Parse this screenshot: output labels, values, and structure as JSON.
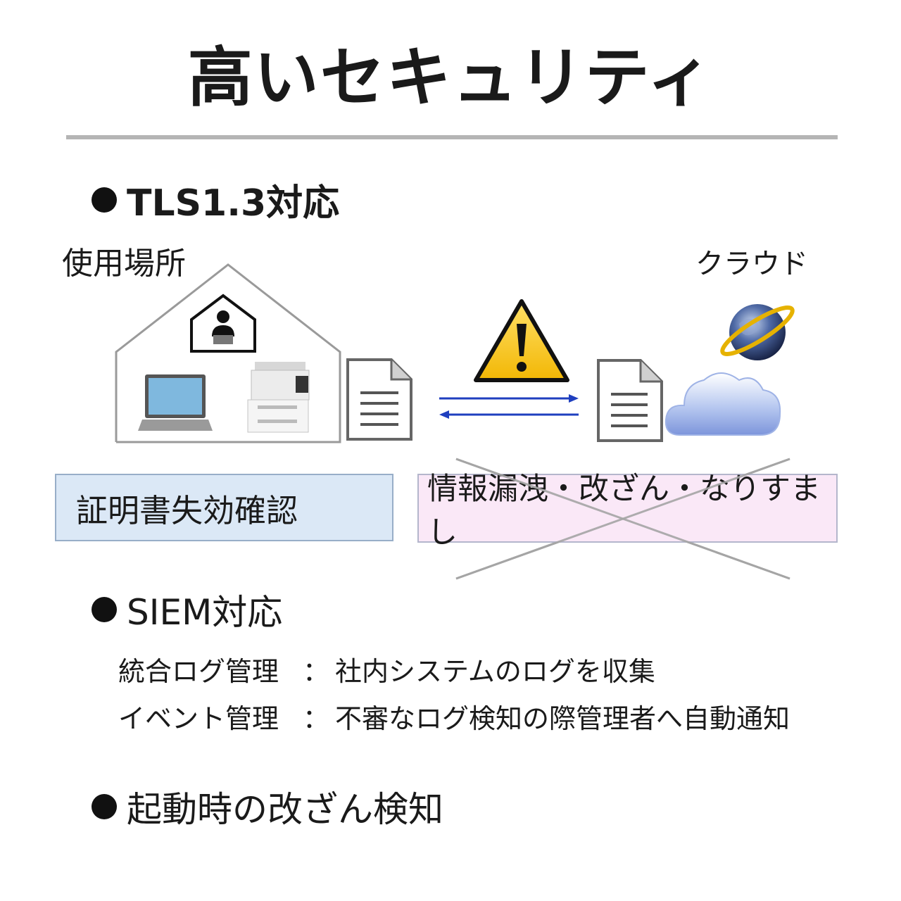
{
  "title": "高いセキュリティ",
  "sections": {
    "tls": {
      "heading": "TLS1.3対応"
    },
    "siem": {
      "heading": "SIEM対応",
      "items": [
        {
          "term": "統合ログ管理",
          "separator": "：",
          "desc": "社内システムのログを収集"
        },
        {
          "term": "イベント管理",
          "separator": "：",
          "desc": "不審なログ検知の際管理者へ自動通知"
        }
      ]
    },
    "boot": {
      "heading": "起動時の改ざん検知"
    }
  },
  "diagram": {
    "site_label": "使用場所",
    "cloud_label": "クラウド",
    "cert_box": "証明書失効確認",
    "threat_box": "情報漏洩・改ざん・なりすまし",
    "icons": [
      "house-icon",
      "user-home-icon",
      "laptop-icon",
      "printer-icon",
      "document-icon",
      "warning-icon",
      "globe-icon",
      "cloud-icon"
    ],
    "colors": {
      "arrow": "#1f3fbf",
      "cert_fill": "#dbe8f6",
      "threat_fill": "#fae8f7",
      "warning": "#f5c518"
    }
  }
}
